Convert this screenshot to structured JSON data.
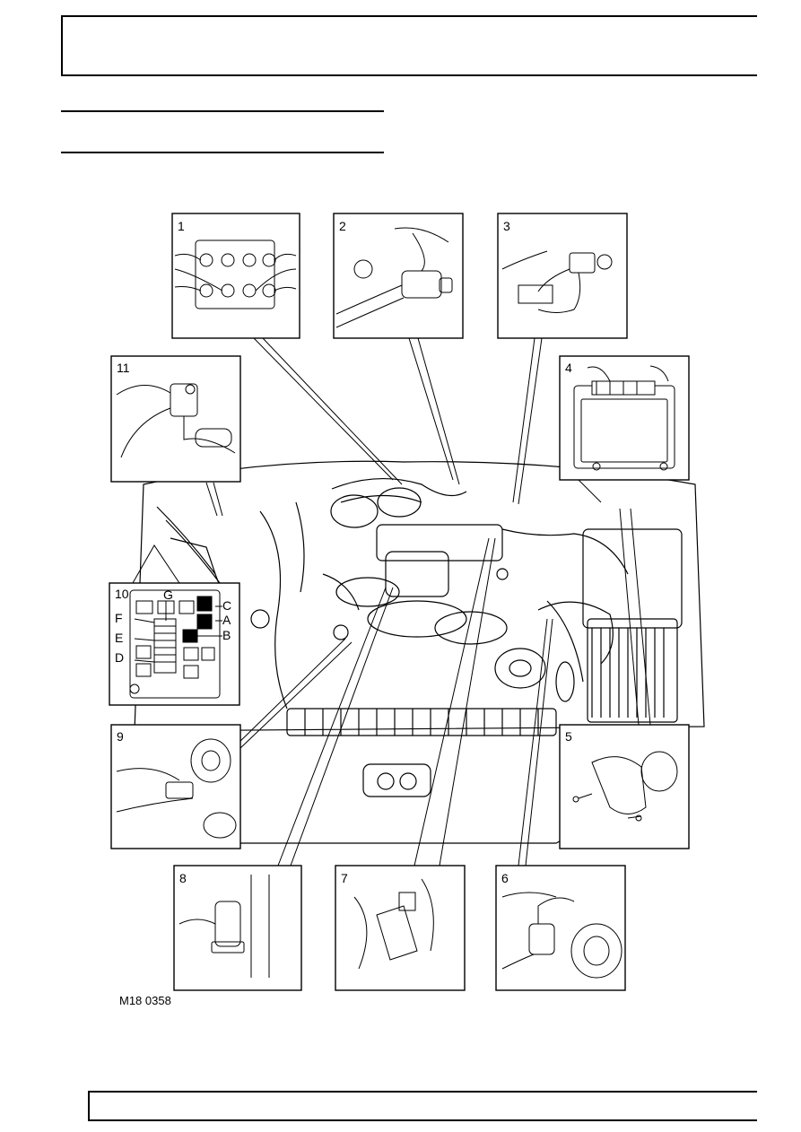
{
  "figure": {
    "reference": "M18 0358",
    "callouts": [
      "1",
      "2",
      "3",
      "4",
      "5",
      "6",
      "7",
      "8",
      "9",
      "10",
      "11"
    ],
    "fuse_box_labels": [
      "G",
      "C",
      "F",
      "A",
      "E",
      "B",
      "D"
    ]
  }
}
